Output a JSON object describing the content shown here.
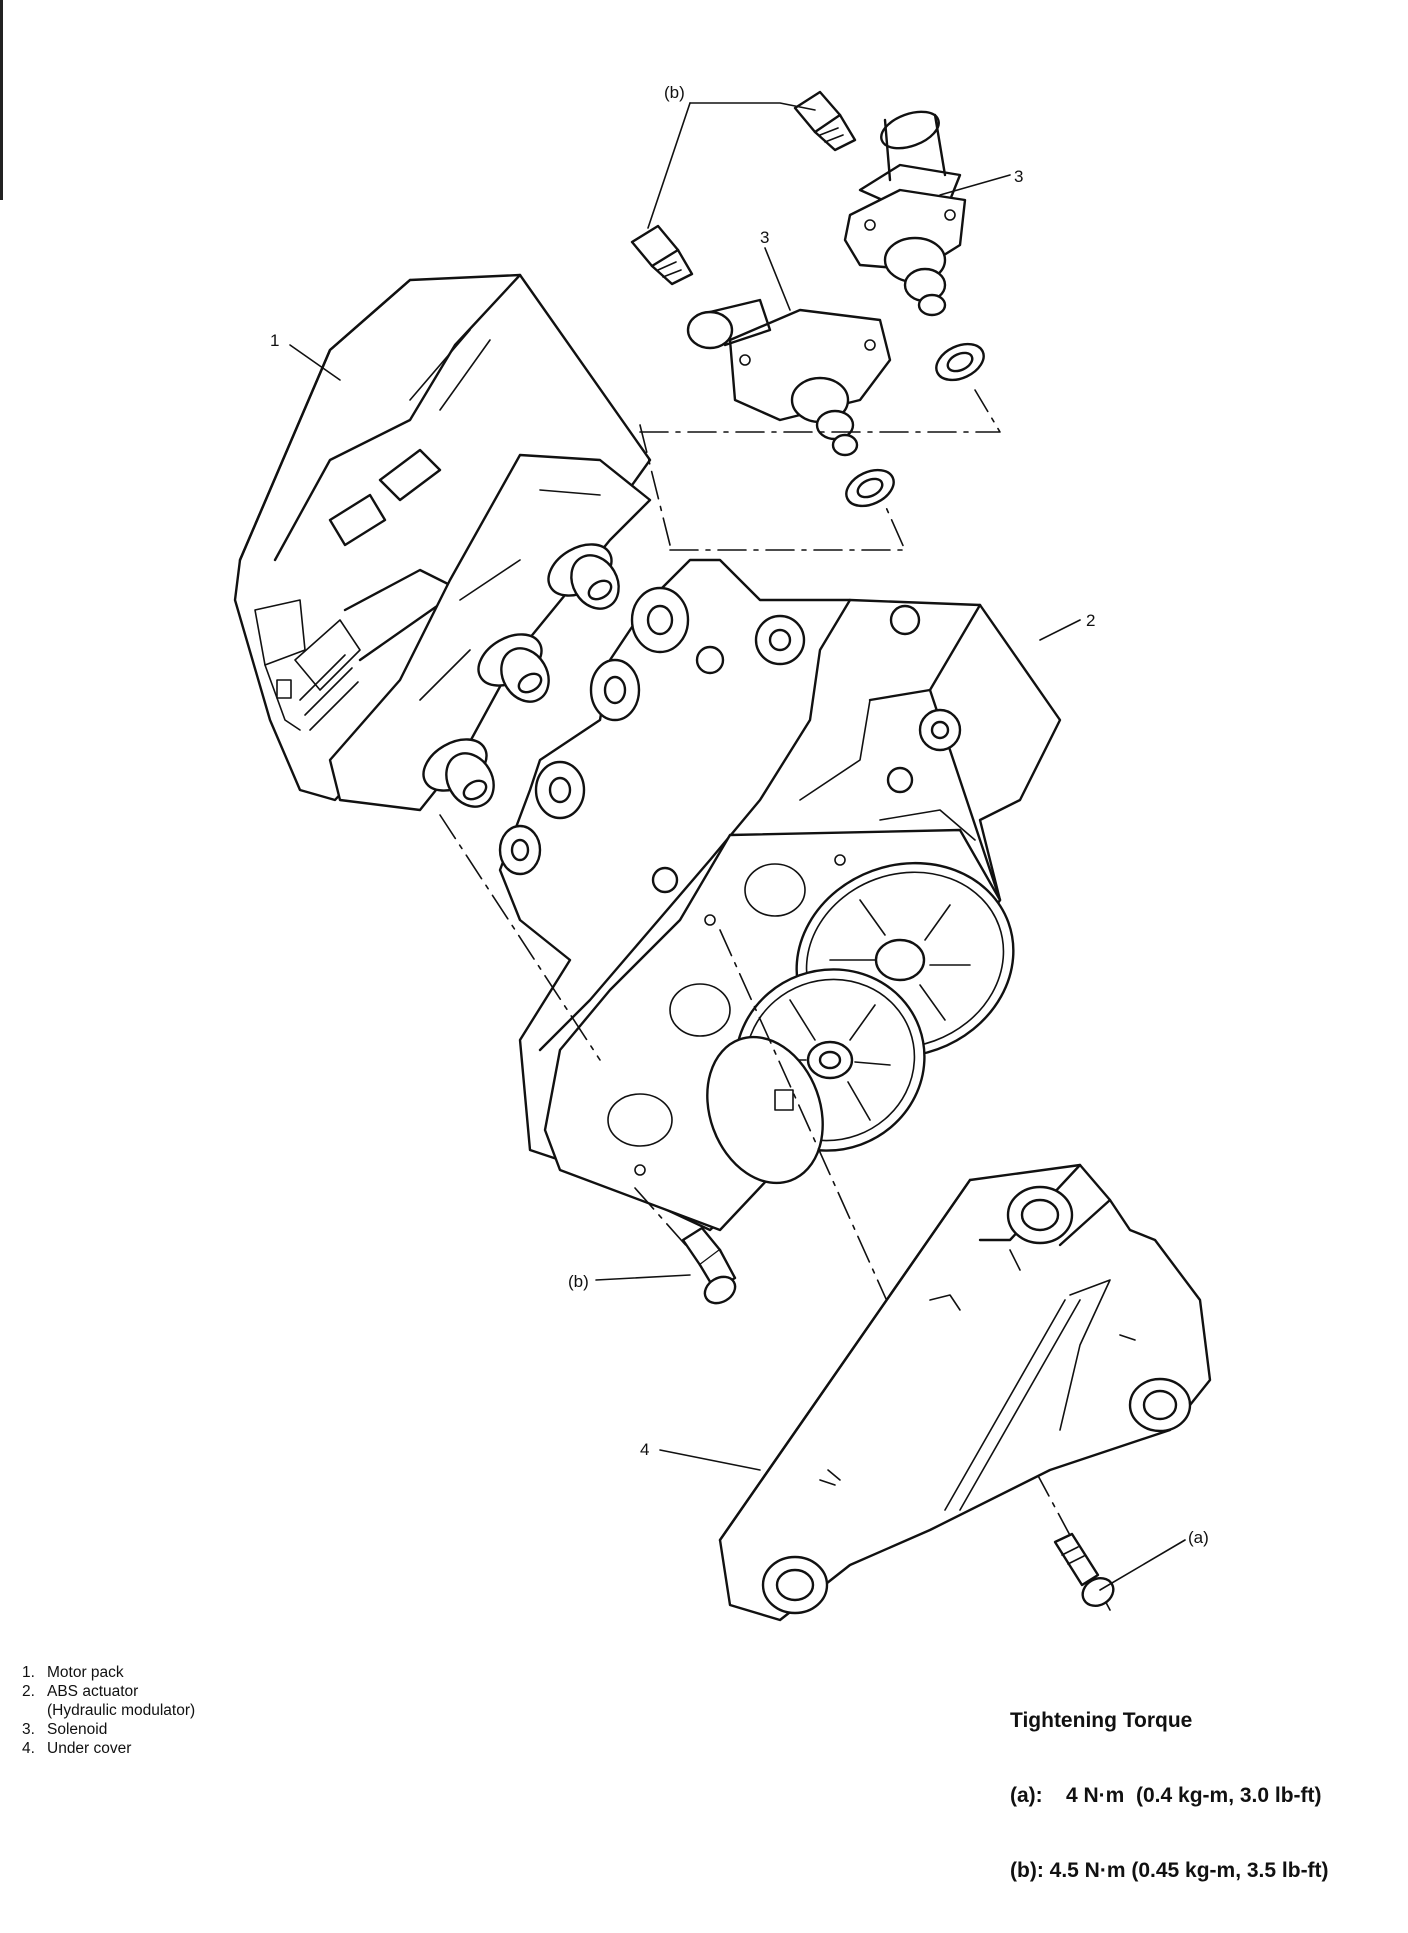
{
  "callouts": {
    "motor_pack": "1",
    "abs_actuator": "2",
    "solenoid_left": "3",
    "solenoid_right": "3",
    "under_cover": "4",
    "bolt_b_top": "(b)",
    "bolt_b_bottom": "(b)",
    "bolt_a": "(a)"
  },
  "legend": {
    "items": [
      {
        "num": "1.",
        "label": "Motor pack"
      },
      {
        "num": "2.",
        "label": "ABS actuator",
        "sub": "(Hydraulic modulator)"
      },
      {
        "num": "3.",
        "label": "Solenoid"
      },
      {
        "num": "4.",
        "label": "Under cover"
      }
    ]
  },
  "torque": {
    "title": "Tightening Torque",
    "a": "(a):    4 N·m  (0.4 kg-m, 3.0 lb-ft)",
    "b": "(b): 4.5 N·m (0.45 kg-m, 3.5 lb-ft)"
  }
}
